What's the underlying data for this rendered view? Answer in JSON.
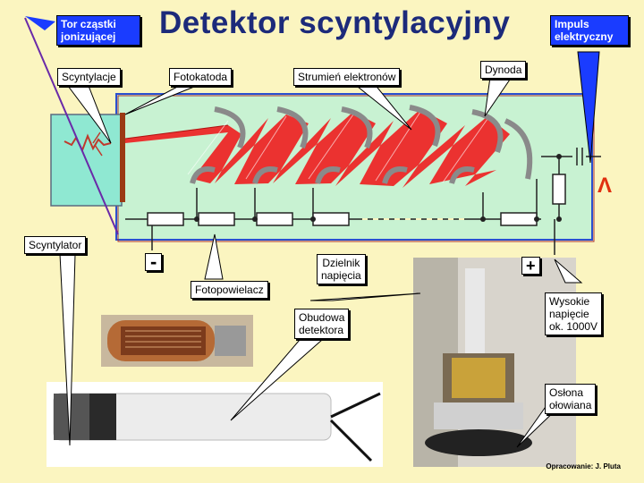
{
  "title": "Detektor scyntylacyjny",
  "labels": {
    "tor_czastki": [
      "Tor cząstki",
      "jonizującej"
    ],
    "impuls": [
      "Impuls",
      "elektryczny"
    ],
    "scyntylacje": "Scyntylacje",
    "fotokatoda": "Fotokatoda",
    "strumien": "Strumień elektronów",
    "dynoda": "Dynoda",
    "scyntylator": "Scyntylator",
    "minus": "-",
    "plus": "+",
    "fotopowielacz": "Fotopowielacz",
    "dzielnik": [
      "Dzielnik",
      "napięcia"
    ],
    "obudowa": [
      "Obudowa",
      "detektora"
    ],
    "wysokie": [
      "Wysokie",
      "napięcie",
      "ok. 1000V"
    ],
    "oslona": [
      "Osłona",
      "ołowiana"
    ],
    "pulse_symbol": "Λ"
  },
  "credit": "Opracowanie: J. Pluta",
  "colors": {
    "background": "#fbf5c0",
    "title": "#1c2a7a",
    "tube": "#c8f2d2",
    "scintillator": "#8fe8d2",
    "electron_stream": "#ee2222",
    "label_blue": "#1a3cff"
  }
}
